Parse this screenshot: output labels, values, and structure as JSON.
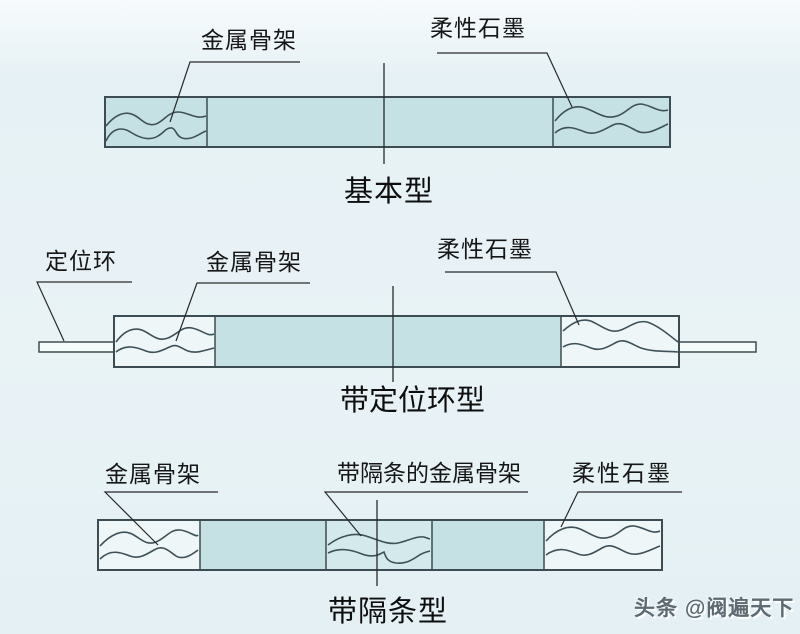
{
  "page": {
    "watermark": "头条 @阀遍天下",
    "background_color": "#e9f3f6"
  },
  "colors": {
    "gasket_teal": "#c6e1e4",
    "gasket_light": "#eef6f7",
    "gasket_teal_pale": "#d4e9eb",
    "outline": "#3c4c52",
    "leader_line": "#2a2a2a"
  },
  "diagrams": [
    {
      "id": "basic-type",
      "caption": "基本型",
      "labels": [
        {
          "id": "metal-skeleton",
          "text": "金属骨架"
        },
        {
          "id": "flexible-graphite",
          "text": "柔性石墨"
        }
      ]
    },
    {
      "id": "positioning-ring-type",
      "caption": "带定位环型",
      "labels": [
        {
          "id": "positioning-ring",
          "text": "定位环"
        },
        {
          "id": "metal-skeleton",
          "text": "金属骨架"
        },
        {
          "id": "flexible-graphite",
          "text": "柔性石墨"
        }
      ]
    },
    {
      "id": "spacer-strip-type",
      "caption": "带隔条型",
      "labels": [
        {
          "id": "metal-skeleton",
          "text": "金属骨架"
        },
        {
          "id": "spacer-strip-skeleton",
          "text": "带隔条的金属骨架"
        },
        {
          "id": "flexible-graphite",
          "text": "柔性石墨"
        }
      ]
    }
  ]
}
